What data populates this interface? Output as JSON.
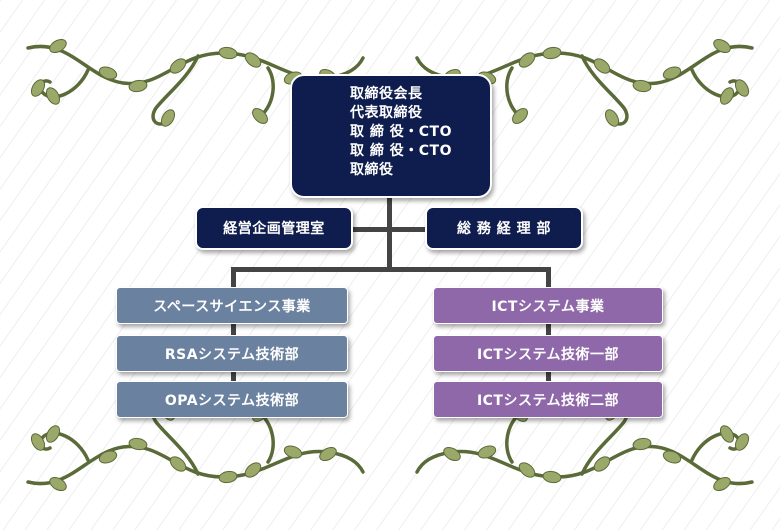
{
  "executive": {
    "lines": [
      "取締役会長",
      "代表取締役",
      "取 締 役・CTO",
      "取 締 役・CTO",
      "取締役"
    ]
  },
  "staff": {
    "left_label": "経営企画管理室",
    "right_label": "総 務 経 理 部"
  },
  "divisions": {
    "left": {
      "head": "スペースサイエンス事業",
      "departments": [
        "RSAシステム技術部",
        "OPAシステム技術部"
      ]
    },
    "right": {
      "head": "ICTシステム事業",
      "departments": [
        "ICTシステム技術一部",
        "ICTシステム技術二部"
      ]
    }
  },
  "colors": {
    "executive": "#0e1c4e",
    "left_division": "#6a819f",
    "right_division": "#8e68a8",
    "connector": "#444444",
    "vine": "#5a6a38",
    "leaf": "#9aa86a"
  }
}
